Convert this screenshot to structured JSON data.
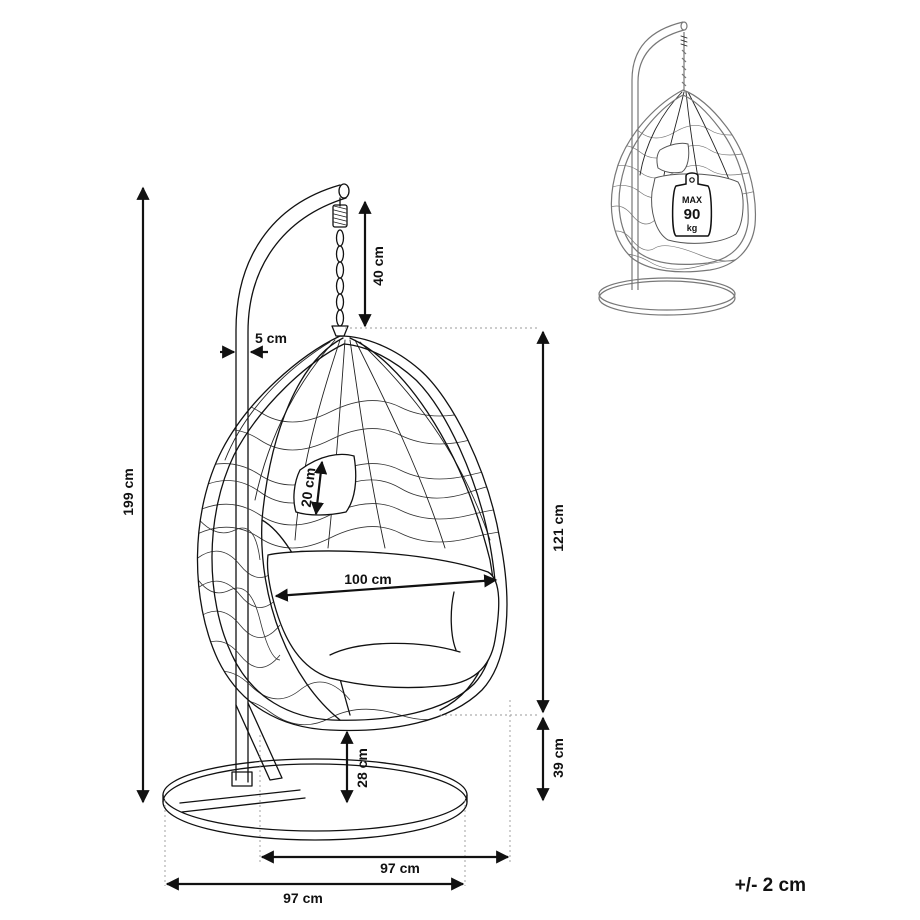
{
  "dimensions": {
    "total_height": "199 cm",
    "chain_length": "40 cm",
    "pole_width": "5 cm",
    "basket_height": "121 cm",
    "pillow_height": "20 cm",
    "seat_width": "100 cm",
    "seat_height_from_base": "39 cm",
    "base_to_basket_clearance": "28 cm",
    "basket_depth": "97 cm",
    "base_diameter": "97 cm"
  },
  "tolerance": "+/- 2 cm",
  "load_badge": {
    "line1": "MAX",
    "line2": "90",
    "line3": "kg"
  },
  "colors": {
    "line": "#111111",
    "secondary_line": "#777777",
    "background": "#ffffff"
  }
}
